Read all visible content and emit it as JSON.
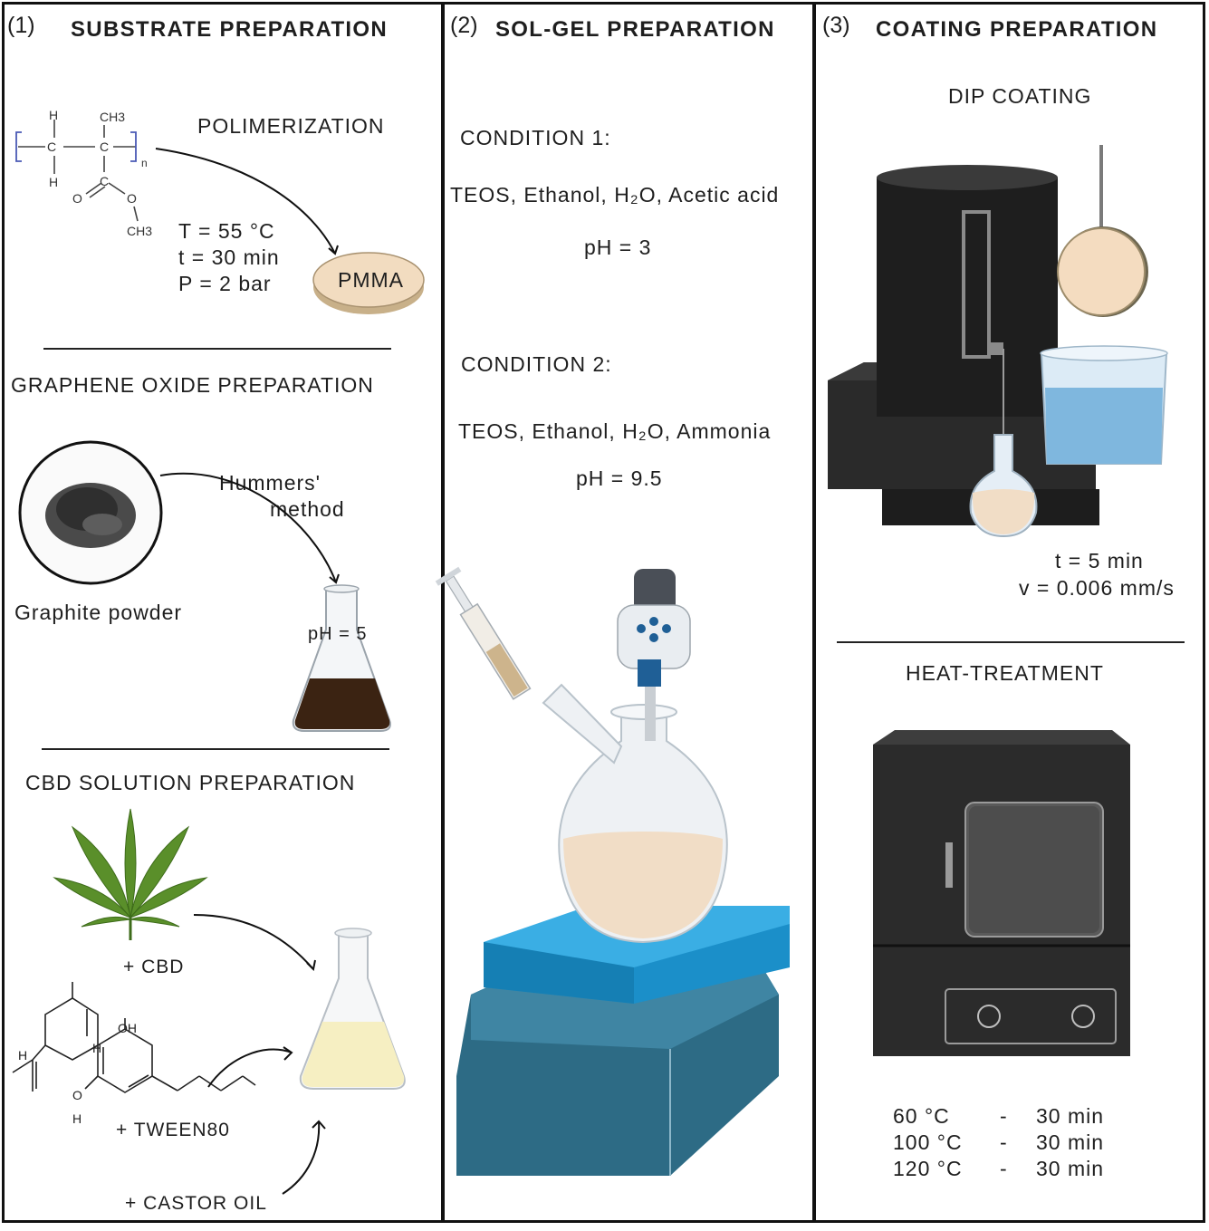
{
  "panels": {
    "substrate": {
      "number": "(1)",
      "title": "SUBSTRATE PREPARATION",
      "polymerization": {
        "label": "POLIMERIZATION",
        "conditions": [
          "T = 55 °C",
          "t = 30 min",
          "P = 2 bar"
        ],
        "product": "PMMA",
        "structure_labels": {
          "h1": "H",
          "ch3_top": "CH3",
          "h2": "H",
          "o1": "O",
          "o2": "O",
          "ch3_bottom": "CH3",
          "n": "n"
        }
      },
      "graphene": {
        "title": "GRAPHENE OXIDE PREPARATION",
        "method": [
          "Hummers'",
          "method"
        ],
        "powder_label": "Graphite powder",
        "ph": "pH = 5"
      },
      "cbd": {
        "title": "CBD SOLUTION PREPARATION",
        "ingredients": [
          "+ CBD",
          "+ TWEEN80",
          "+ CASTOR OIL"
        ],
        "structure_labels": {
          "oh": "OH",
          "ho": "O",
          "h_bottom": "H",
          "h_left": "H",
          "h_mid": "H"
        }
      }
    },
    "solgel": {
      "number": "(2)",
      "title": "SOL-GEL PREPARATION",
      "conditions": [
        {
          "label": "CONDITION 1:",
          "reagents": "TEOS, Ethanol, H₂O, Acetic acid",
          "ph": "pH = 3"
        },
        {
          "label": "CONDITION 2:",
          "reagents": "TEOS, Ethanol, H₂O, Ammonia",
          "ph": "pH = 9.5"
        }
      ]
    },
    "coating": {
      "number": "(3)",
      "title": "COATING PREPARATION",
      "dip": {
        "title": "DIP COATING",
        "params": [
          "t = 5 min",
          "v = 0.006 mm/s"
        ]
      },
      "heat": {
        "title": "HEAT-TREATMENT",
        "rows": [
          {
            "temp": "60 °C",
            "sep": "-",
            "time": "30 min"
          },
          {
            "temp": "100 °C",
            "sep": "-",
            "time": "30 min"
          },
          {
            "temp": "120 °C",
            "sep": "-",
            "time": "30 min"
          }
        ]
      }
    }
  },
  "colors": {
    "liquid_beige": "#f1ddc6",
    "dark_liquid": "#3b2312",
    "blue_plate": "#1b8fc9",
    "teal_base": "#2d6b85",
    "oil_yellow": "#f6efc2",
    "water_blue": "#7fb7de"
  }
}
